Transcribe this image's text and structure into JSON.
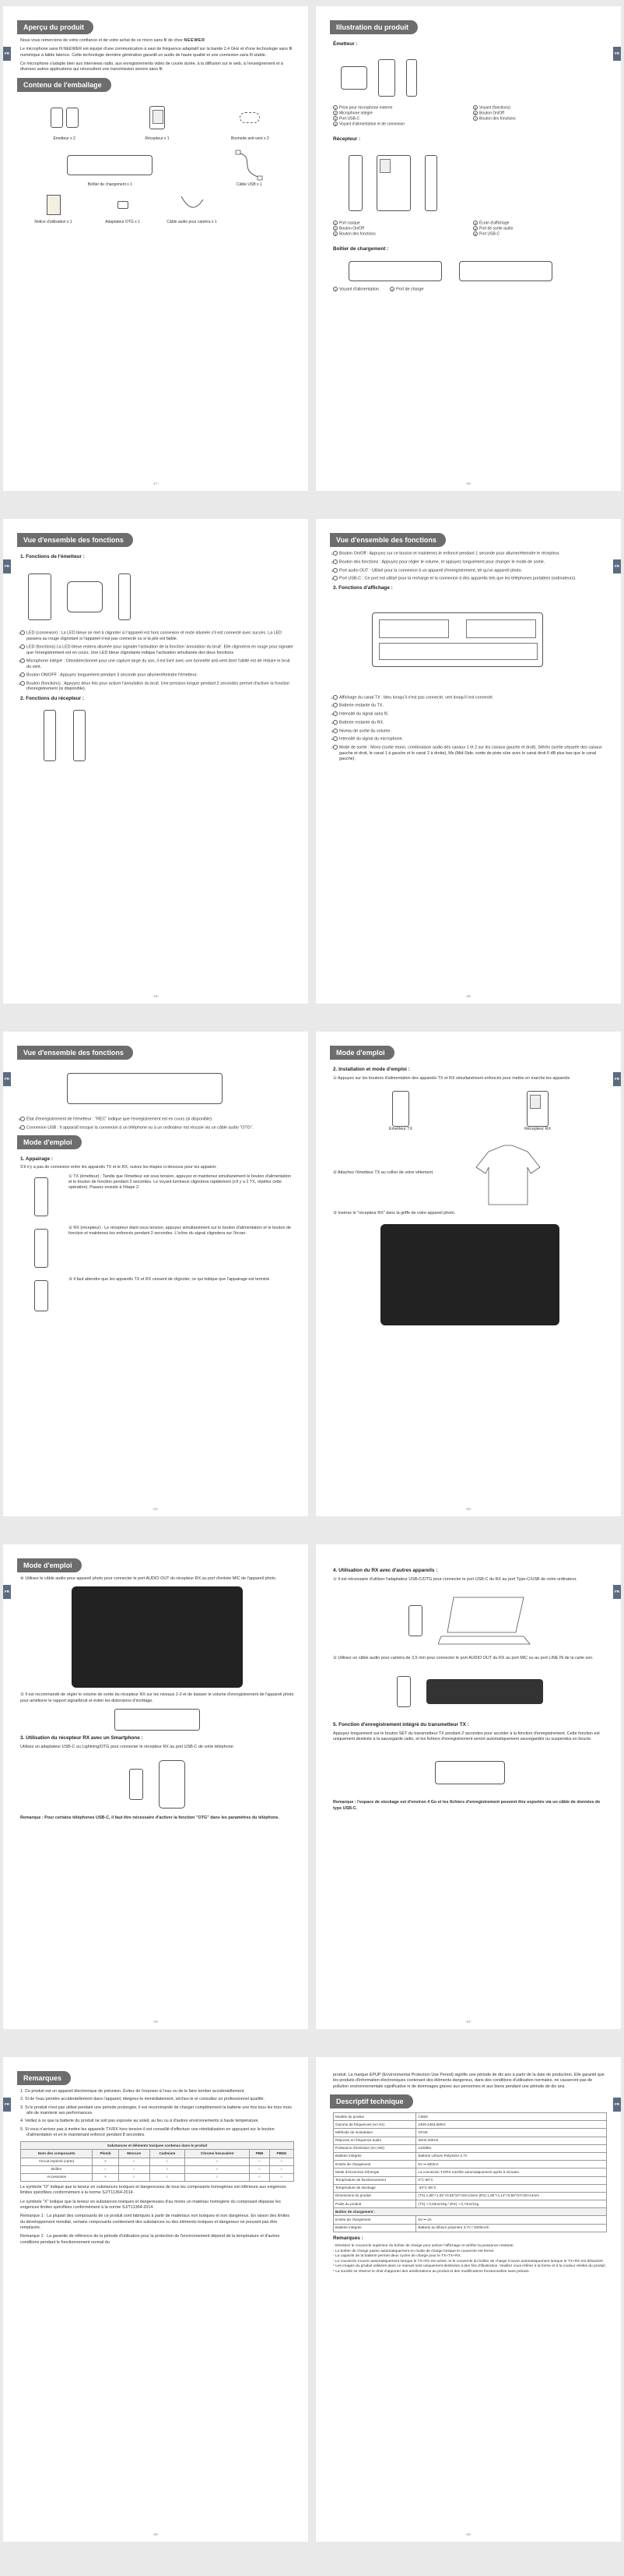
{
  "page1": {
    "tab": "FR",
    "overview": {
      "title": "Aperçu du produit",
      "p1": "Nous vous remercions de votre confiance et de votre achat de ce micro sans fil de chez",
      "brand": "NEEWER",
      "p2": "Le microphone sans fil NEEWER est équipé d'une communication à saut de fréquence adaptatif sur la bande 2,4 GHz et d'une technologie sans fil numérique à faible latence. Cette technologie dernière génération garantit un audio de haute qualité et une connexion sans fil stable.",
      "p3": "Ce microphone s'adapte bien aux interviews radio, aux enregistrements vidéo de courte durée, à la diffusion sur le web, à l'enseignement et à diverses autres applications qui nécessitent une transmission sonore sans fil."
    },
    "package": {
      "title": "Contenu de l'emballage",
      "items": [
        "Émetteur x 2",
        "Récepteur x 1",
        "Bonnette anti-vent x 2",
        "Boîtier de chargement x 1",
        "Câble USB x 1",
        "Notice d'utilisation x 1",
        "Adaptateur OTG x 1",
        "Câble audio pour caméra x 1"
      ]
    },
    "page_number": "-17-"
  },
  "page2": {
    "tab": "FR",
    "title": "Illustration du produit",
    "emitter_label": "Émetteur :",
    "emitter_legend": [
      "Prise pour microphone externe",
      "Voyant (fonctions)",
      "Microphone intégré",
      "Bouton On/Off",
      "Port USB-C",
      "Bouton des fonctions",
      "Voyant d'alimentation et de connexion"
    ],
    "receiver_label": "Récepteur :",
    "receiver_legend": [
      "Port casque",
      "Écran d'affichage",
      "Bouton On/Off",
      "Port de sortie audio",
      "Bouton des fonctions",
      "Port USB-C"
    ],
    "case_label": "Boîtier de chargement :",
    "case_legend": [
      "Voyant d'alimentation",
      "Port de charge"
    ],
    "page_number": "-18-"
  },
  "page3": {
    "tab": "FR",
    "title": "Vue d'ensemble des fonctions",
    "emitter_functions": "1. Fonctions de l'émetteur :",
    "items": [
      "LED (connexion) : La LED bleue se met à clignoter si l'appareil est hors connexion et reste allumée s'il est connecté avec succès. La LED passera au rouge clignotant si l'appareil n'est pas connecté ou si la pile est faible.",
      "LED (fonctions) La LED bleue restera allumée pour signaler l'activation de la fonction 'annulation du bruit'. Elle clignotera en rouge pour signaler que l'enregistrement est en cours. Une LED bleue clignotante indique l'activation simultanée des deux fonctions",
      "Microphone intégré : Omnidirectionnel pour une capture large du son, il est livré avec une bonnette anti-vent dont l'utilité est de réduire le bruit du vent.",
      "Bouton ON/OFF : Appuyez longuement pendant 3 seconde pour allumer/éteindre l'émetteur.",
      "Bouton (fonctions) : Appuyez deux fois pour activer l'annulation du bruit. Une pression longue pendant 2 secondes permet d'activer la fonction d'enregistrement (si disponible)."
    ],
    "receiver_functions": "2. Fonctions du récepteur :",
    "page_number": "-19-"
  },
  "page4": {
    "tab": "FR",
    "title": "Vue d'ensemble des fonctions",
    "items": [
      "Bouton On/Off : Appuyez sur ce bouton et maintenez-le enfoncé pendant 1 seconde pour allumer/éteindre le récepteur.",
      "Bouton des fonctions : Appuyez pour régler le volume, et appuyez longuement pour changer le mode de sortie.",
      "Port audio OUT : Utilisé pour la connexion à un appareil d'enregistrement, tel qu'un appareil photo.",
      "Port USB-C : Ce port est utilisé pour la recharge et la connexion à des appareils tels que les téléphones portables (ordinateurs)."
    ],
    "display_functions": "3. Fonctions d'affichage :",
    "display_items": [
      "Affichage du canal TX : bleu lorsqu'il n'est pas connecté, vert lorsqu'il est connecté.",
      "Batterie restante du TX.",
      "Intensité du signal sans fil.",
      "Batterie restante du RX.",
      "Niveau de sortie du volume.",
      "Intensité du signal du microphone.",
      "Mode de sortie : Mono (sortie mono, combinaison audio des canaux 1 et 2 sur les canaux gauche et droit), Stéréo (sortie séparée des canaux gauche et droit, le canal 1 à gauche et le canal 2 à droite), Ms (Mid-Side, sortie de piste sûre avec le canal droit 6 dB plus bas que le canal gauche)."
    ],
    "page_number": "-20-"
  },
  "page5": {
    "tab": "FR",
    "title": "Vue d'ensemble des fonctions",
    "items": [
      "État d'enregistrement de l'émetteur : \"REC\" indique que l'enregistrement est en cours (si disponible).",
      "Connexion USB : Il apparaît lorsque la connexion à un téléphone ou à un ordinateur est réussie via un câble audio \"OTG\"."
    ],
    "mode_title": "Mode d'emploi",
    "pairing": "1. Appairage :",
    "pairing_intro": "S'il n'y a pas de connexion entre les appareils TX et le RX, suivez les étapes ci-dessous pour les appairer.",
    "steps": [
      "① TX (émetteur) : Tandis que l'émetteur est sous tension, appuyez et maintenez simultanément le bouton d'alimentation et le bouton de fonction pendant 2 secondes. Le voyant lumineux clignotera rapidement (s'il y a 2 TX, répétez cette opération). Passez ensuite à l'étape 2.",
      "② RX (récepteur) : Le récepteur étant sous tension, appuyez simultanément sur le bouton d'alimentation et le bouton de fonction et maintenez-les enfoncés pendant 2 secondes. L'icône du signal clignotera sur l'écran.",
      "③ Il faut attendre que les appareils TX et RX cessent de clignoter, ce qui indique que l'appairage est terminé."
    ],
    "page_number": "-21-"
  },
  "page6": {
    "tab": "FR",
    "title": "Mode d'emploi",
    "install": "2. Installation et mode d'emploi :",
    "step1": "① Appuyez sur les boutons d'alimentation des appareils TX et RX simultanément enfoncés pour mettre en marche les appareils",
    "tx_label": "Émetteur TX",
    "rx_label": "Récepteur RX",
    "step2": "② Attachez l'émetteur TX au collier de votre vêtement.",
    "step3": "③ Insérez le \"récepteur RX\" dans la griffe de votre appareil photo.",
    "page_number": "-22-"
  },
  "page7": {
    "tab": "FR",
    "title": "Mode d'emploi",
    "step4": "④ Utilisez le câble audio pour appareil photo pour connecter le port AUDIO OUT du récepteur RX au port d'entrée MIC de l'appareil photo.",
    "step5": "⑤ Il est recommandé de régler le volume de sortie du récepteur RX sur les niveaux 2-3 et de baisser le volume d'enregistrement de l'appareil photo pour améliorer le rapport signal/bruit et éviter les distorsions d'écrêtage.",
    "smartphone_title": "3. Utilisation du récepteur RX avec un Smartphone :",
    "smartphone_text": "Utilisez un adaptateur USB-C ou Lightning/OTG pour connecter le récepteur RX au port USB-C de votre téléphone.",
    "remark": "Remarque : Pour certains téléphones USB-C, il faut être nécessaire d'activer la fonction \"OTG\" dans les paramètres du téléphone.",
    "page_number": "-23-"
  },
  "page8": {
    "tab": "FR",
    "title": "4. Utilisation du RX avec d'autres appareils :",
    "step1": "① Il est nécessaire d'utiliser l'adaptateur USB-C/OTG pour connecter le port USB-C du RX au port Type-C/USB de votre ordinateur.",
    "step2": "② Utilisez un câble audio pour caméra de 3,5 mm pour connecter le port AUDIO OUT du RX au port MIC ou au port LINE IN de la carte son.",
    "rec_title": "5. Fonction d'enregistrement intégré du transmetteur TX :",
    "rec_text": "Appuyez longuement sur le bouton SET du transmetteur TX pendant 2 secondes pour accéder à la fonction d'enregistrement. Cette fonction est uniquement destinée à la sauvegarde radio, et les fichiers d'enregistrement seront automatiquement sauvegardés ou suspendus en boucle.",
    "remark": "Remarque : l'espace de stockage est d'environ 4 Go et les fichiers d'enregistrement peuvent être exportés via un câble de données de type USB-C.",
    "page_number": "-24-"
  },
  "page9": {
    "tab": "FR",
    "title": "Remarques",
    "items": [
      "Ce produit est un appareil électronique de précision. Évitez de l'exposer à l'eau ou de le faire tomber accidentellement.",
      "Si de l'eau pénètre accidentellement dans l'appareil, éteignez-le immédiatement, séchez-le et consultez un professionnel qualifié.",
      "Si le produit n'est pas utilisé pendant une période prolongée, il est recommandé de charger complètement la batterie une fois tous les trois mois afin de maintenir ses performances.",
      "Veillez à ce que la batterie du produit ne soit pas exposée au soleil, au feu ou à d'autres environnements à haute température.",
      "Si vous n'arrivez pas à mettre les appareils TX/RX hors tension il est conseillé d'effectuer une réinitialisation en appuyant sur le bouton d'alimentation et en le maintenant enfoncé pendant 8 secondes."
    ],
    "table_title": "Substances et éléments toxiques contenus dans le produit",
    "table_headers": [
      "Nom des composants",
      "Plomb",
      "Mercure",
      "Cadmium",
      "Chrome hexavalent",
      "PBB",
      "PBDE"
    ],
    "table_rows": [
      [
        "Circuit imprimé (carte)",
        "×",
        "○",
        "○",
        "○",
        "○",
        "○"
      ],
      [
        "Boîtier",
        "○",
        "○",
        "○",
        "○",
        "○",
        "○"
      ],
      [
        "Accessoires",
        "×",
        "○",
        "○",
        "○",
        "○",
        "○"
      ]
    ],
    "note1": "Le symbole \"O\" indique que la teneur en substances toxiques et dangereuses de tous les composants homogènes est inférieure aux exigences limites spécifiées conformément à la norme SJ/T11364-2014.",
    "note2": "Le symbole \"X\" indique que la teneur en substances toxiques et dangereuses d'au moins un matériau homogène du composant dépasse les exigences limites spécifiées conformément à la norme SJ/T11364-2014.",
    "remark1": "Remarque 1 : La plupart des composants de ce produit sont fabriqués à partir de matériaux non toxiques et non dangereux. En raison des limites du développement mondial, certains composants contiennent des substances ou des éléments toxiques et dangereux ne pouvant pas être remplacés.",
    "remark2": "Remarque 2 : La garantie de référence de la période d'utilisation pour la protection de l'environnement dépend de la température et d'autres conditions pendant le fonctionnement normal du",
    "page_number": "-25-"
  },
  "page10": {
    "tab": "FR",
    "intro": "produit. La marque EPUP (Environmental Protection Use Period) signifie une période de dix ans à partir de la date de production. Elle garantit que les produits d'information électroniques contenant des éléments dangereux, dans des conditions d'utilisation normales, ne causeront pas de pollution environnementale significative ni de dommages graves aux personnes et aux biens pendant une période de dix ans.",
    "title": "Descriptif technique",
    "specs": [
      [
        "Modèle du produit",
        "CM28"
      ],
      [
        "Gamme de fréquences (en Hz)",
        "2400-2483.5MHz"
      ],
      [
        "Méthode de modulation",
        "GFSK"
      ],
      [
        "Réponse en fréquence audio",
        "30Hz-20KHz"
      ],
      [
        "Puissance d'émission (en mW)",
        "≤10dBm"
      ],
      [
        "Batterie intégrée",
        "Batterie Lithium Polymère 3,7V"
      ],
      [
        "Entrée de chargement",
        "5V ⎓ 500mA"
      ],
      [
        "Mode d'économie d'énergie",
        "La connexion TX/RX s'arrête automatiquement après 5 minutes."
      ],
      [
        "Température de fonctionnement",
        "0°C-55°C"
      ],
      [
        "Température de stockage",
        "-20°C-55°C"
      ],
      [
        "Dimensions du produit",
        "(TX) 1,85\"×1,02\"×0,55\"/47×26×13mm (RX) 1,85\"×1,14\"×0,55\"/47×29×14mm"
      ],
      [
        "Poids du produit",
        "(TX) ≈ 0,63oz/18g / (RX) ≈ 0,74oz/21g"
      ]
    ],
    "case_title": "Boîtier de chargement :",
    "case_specs": [
      [
        "Entrée de chargement",
        "5V ⎓ 2A"
      ],
      [
        "Batterie intégrée",
        "Batterie au lithium polymère 3,7V / 2000mAh"
      ]
    ],
    "remarks_title": "Remarques :",
    "remarks": [
      "- Dévissez le couvercle supérieur du boîtier de charge pour activer l'affichage et vérifier la puissance restante.",
      "- Le boîtier de charge passe automatiquement en mode de charge lorsque le couvercle est fermé.",
      "- La capacité de la batterie permet deux cycles de charge pour le TX+TX+RX.",
      "- Le couvercle s'ouvre automatiquement lorsque le TX+RX est activé, et le couvercle du boîtier de charge s'ouvre automatiquement lorsque le TX+RX est désactivé.",
      "* Les images du produit utilisées dans ce manuel sont uniquement destinées à des fins d'illustration. Veuillez vous référer à la forme et à la couleur réelles du produit.",
      "* La société se réserve le droit d'apporter des améliorations au produit et des modifications fonctionnelles sans préavis."
    ],
    "page_number": "-26-"
  }
}
